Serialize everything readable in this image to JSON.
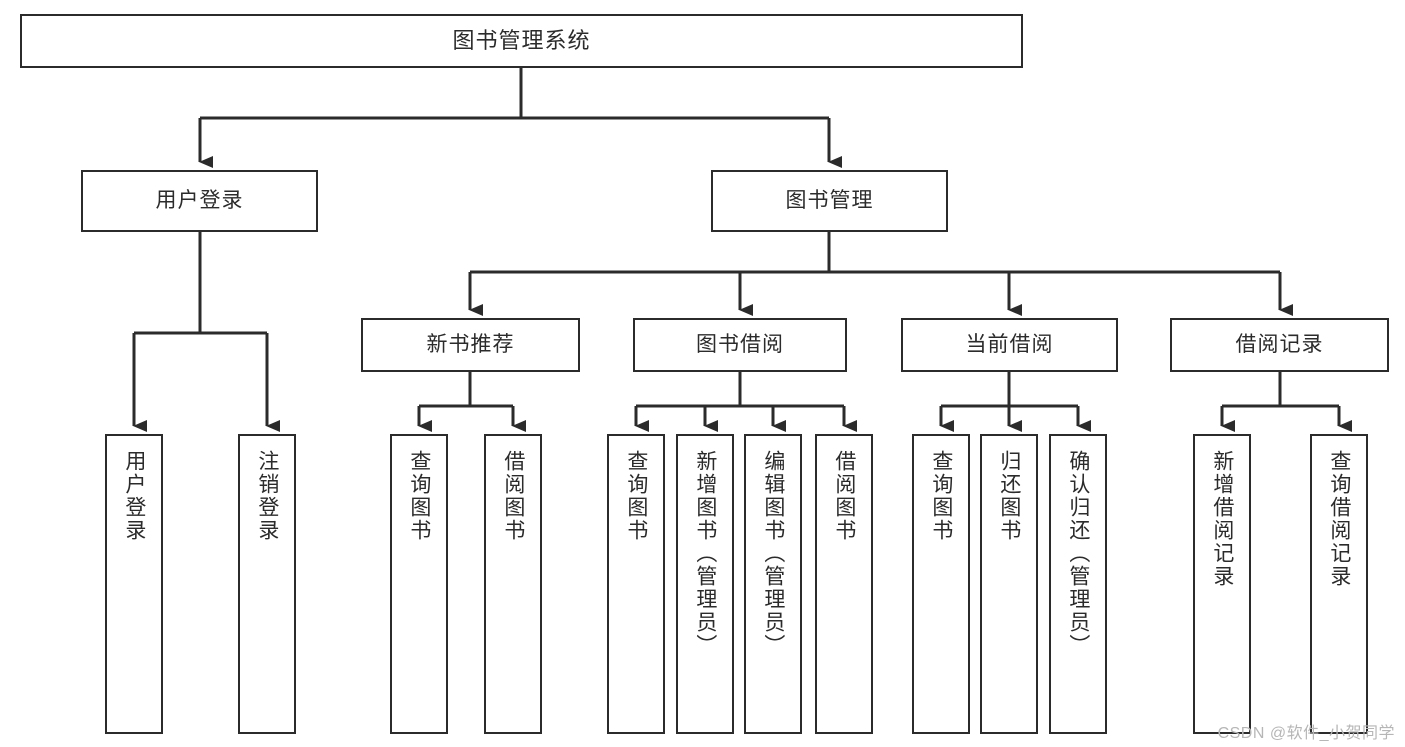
{
  "diagram": {
    "title": "图书管理系统",
    "type": "hierarchy-tree",
    "root": {
      "label": "图书管理系统"
    },
    "level2": [
      {
        "label": "用户登录"
      },
      {
        "label": "图书管理"
      }
    ],
    "level3": [
      {
        "label": "新书推荐"
      },
      {
        "label": "图书借阅"
      },
      {
        "label": "当前借阅"
      },
      {
        "label": "借阅记录"
      }
    ],
    "leaves": {
      "user_login": [
        {
          "label": "用户登录"
        },
        {
          "label": "注销登录"
        }
      ],
      "new_book": [
        {
          "label": "查询图书"
        },
        {
          "label": "借阅图书"
        }
      ],
      "book_borrow": [
        {
          "label": "查询图书"
        },
        {
          "label": "新增图书（管理员）"
        },
        {
          "label": "编辑图书（管理员）"
        },
        {
          "label": "借阅图书"
        }
      ],
      "current_borrow": [
        {
          "label": "查询图书"
        },
        {
          "label": "归还图书"
        },
        {
          "label": "确认归还（管理员）"
        }
      ],
      "borrow_record": [
        {
          "label": "新增借阅记录"
        },
        {
          "label": "查询借阅记录"
        }
      ]
    }
  },
  "watermark": {
    "text": "CSDN @软件_小贺同学"
  },
  "colors": {
    "stroke": "#2b2b2b",
    "fill": "#ffffff",
    "text": "#2b2b2b",
    "watermark": "#b6b6b6"
  }
}
